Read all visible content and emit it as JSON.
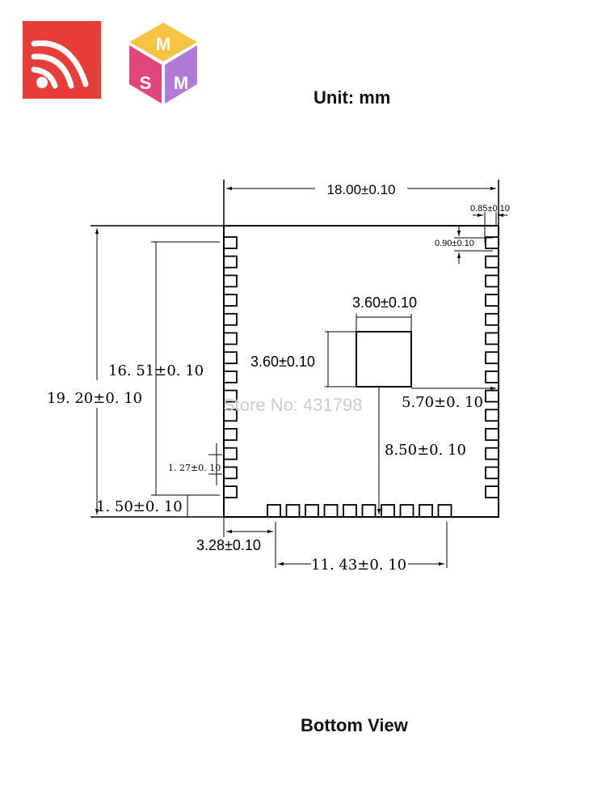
{
  "header": {
    "unit_label": "Unit: mm"
  },
  "footer": {
    "view_label": "Bottom View"
  },
  "logos": {
    "espressif": {
      "icon": "espressif-logo",
      "color": "#e83e3a"
    },
    "msm": {
      "letters": [
        "M",
        "S",
        "M"
      ],
      "colors": [
        "#f6c342",
        "#e0457b",
        "#b07ad8"
      ]
    }
  },
  "watermark": "Store No: 431798",
  "dimensions": {
    "width": "18.00±0.10",
    "right_margin": "0.85±0.10",
    "pad_pitch_right": "0.90±0.10",
    "pad_width": "3.60±0.10",
    "pad_height": "3.60±0.10",
    "pad_offset_x": "5.70±0. 10",
    "pad_offset_y": "8.50±0. 10",
    "pin_span": "16. 51±0. 10",
    "height": "19. 20±0. 10",
    "pin_pitch": "1. 27±0. 10",
    "bottom_offset": "1. 50±0. 10",
    "left_offset": "3.28±0.10",
    "bottom_pin_span": "11. 43±0. 10"
  }
}
